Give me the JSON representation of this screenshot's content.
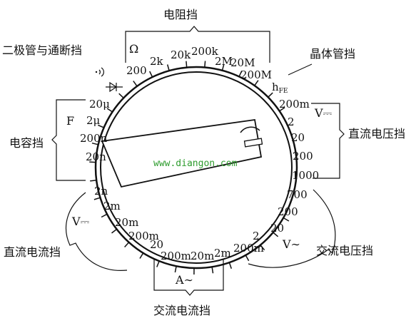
{
  "colors": {
    "ink": "#111111",
    "watermark": "#2e9c2e"
  },
  "dial": {
    "watermark": "www.diangon.com",
    "groups": {
      "resistance": {
        "label": "电阻挡",
        "symbol": "Ω"
      },
      "diode": {
        "label": "二极管与通断挡"
      },
      "transistor": {
        "label": "晶体管挡",
        "symbol": "h",
        "subscript": "FE"
      },
      "dc_voltage": {
        "label": "直流电压挡",
        "symbol": "V⎓"
      },
      "capacitance": {
        "label": "电容挡",
        "symbol": "F"
      },
      "ac_voltage": {
        "label": "交流电压挡",
        "symbol": "V∼"
      },
      "dc_current": {
        "label": "直流电流挡",
        "symbol": "V⎓"
      },
      "ac_current": {
        "label": "交流电流挡",
        "symbol": "A∼"
      }
    },
    "ticks": [
      "200",
      "2k",
      "20k",
      "200k",
      "2M",
      "20M",
      "200M",
      "200m",
      "2",
      "20",
      "200",
      "1000",
      "700",
      "200",
      "20",
      "2",
      "200m",
      "2m",
      "20m",
      "200m",
      "20",
      "200m",
      "20m",
      "2m",
      "2n",
      "20n",
      "200n",
      "2μ",
      "20μ"
    ]
  }
}
